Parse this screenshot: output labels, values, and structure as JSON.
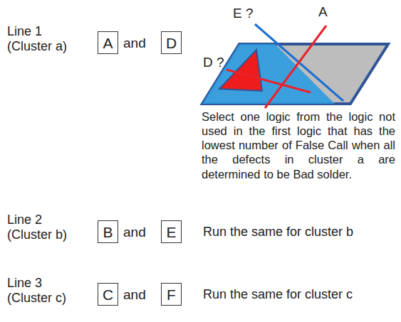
{
  "diagram": {
    "nodes": [
      {
        "text": [
          "A"
        ]
      },
      {
        "text": [
          "D"
        ]
      },
      {
        "text": [
          "B"
        ]
      },
      {
        "text": [
          "E"
        ]
      },
      {
        "text": [
          "C"
        ]
      },
      {
        "text": [
          "F"
        ]
      }
    ],
    "labels": [
      "Line 1 (Cluster a)",
      "and",
      "A",
      "E ?",
      "D ?",
      "Select one logic from the logic not used in the first logic that has the lowest number of False Call when all the defects in cluster a are determined to be Bad solder.",
      "Line 2 (Cluster b)",
      "and",
      "Run the same for cluster b",
      "Line 3 (Cluster c)",
      "and",
      "Run the same for cluster c"
    ]
  }
}
